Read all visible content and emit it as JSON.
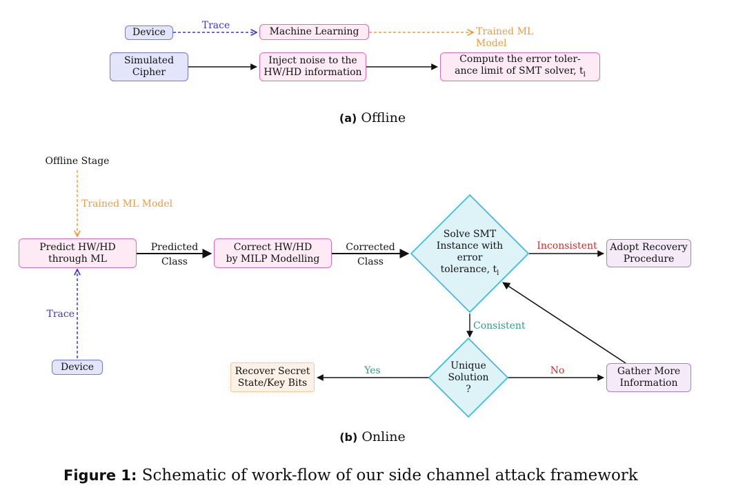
{
  "offline": {
    "nodes": {
      "device": "Device",
      "machine_learning": "Machine Learning",
      "simulated_cipher": "Simulated\nCipher",
      "inject_noise": "Inject noise to the\nHW/HD information",
      "compute_limit": "Compute the error toler-\nance limit of SMT solver, t",
      "compute_limit_sub": "l"
    },
    "labels": {
      "trace": "Trace",
      "trained_ml_model": "Trained ML Model"
    },
    "caption_tag": "(a)",
    "caption_text": "Offline"
  },
  "online": {
    "nodes": {
      "offline_stage": "Offline Stage",
      "predict": "Predict HW/HD\nthrough ML",
      "correct": "Correct HW/HD\nby MILP Modelling",
      "solve_smt": "Solve SMT\nInstance with\nerror\ntolerance, t",
      "solve_smt_sub": "l",
      "adopt_recovery": "Adopt Recovery\nProcedure",
      "unique_solution": "Unique\nSolution\n?",
      "gather_info": "Gather More\nInformation",
      "recover_secret": "Recover Secret\nState/Key Bits",
      "device": "Device"
    },
    "labels": {
      "trained_ml_model": "Trained ML Model",
      "trace": "Trace",
      "predicted_class": "Predicted\nClass",
      "corrected_class": "Corrected\nClass",
      "inconsistent": "Inconsistent",
      "consistent": "Consistent",
      "yes": "Yes",
      "no": "No"
    },
    "caption_tag": "(b)",
    "caption_text": "Online"
  },
  "figure_caption": {
    "tag": "Figure 1:",
    "text": "Schematic of work-flow of our side channel attack framework"
  },
  "colors": {
    "trace_blue": "#3333ee",
    "model_orange": "#f39a3b",
    "inconsistent_red": "#e8242a",
    "consistent_teal": "#2a9d93",
    "diamond_fill": "#ddf3f8",
    "diamond_stroke": "#3bbde0"
  }
}
